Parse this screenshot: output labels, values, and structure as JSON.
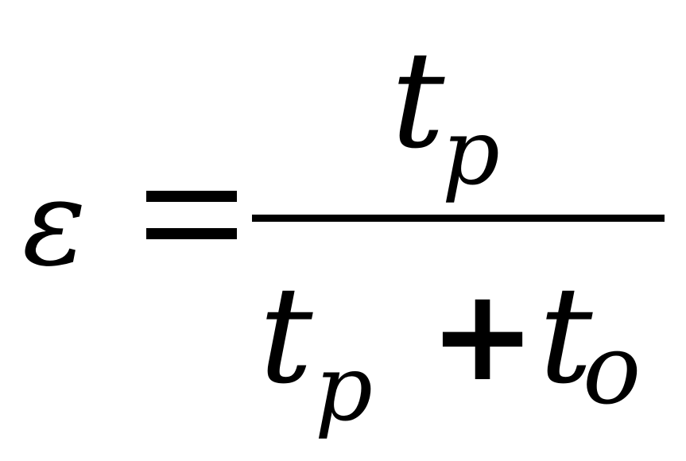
{
  "formula": {
    "lhs": "ε",
    "equals": "=",
    "numerator": {
      "variable": "t",
      "subscript": "p"
    },
    "denominator": {
      "term1_variable": "t",
      "term1_subscript": "p",
      "operator": "+",
      "term2_variable": "t",
      "term2_subscript": "o"
    }
  }
}
